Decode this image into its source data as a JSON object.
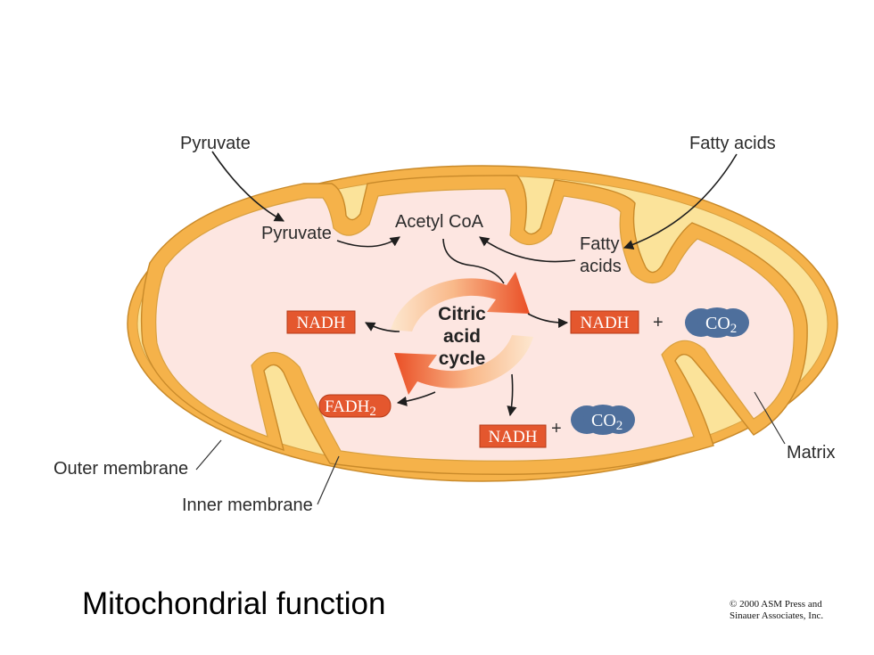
{
  "labels": {
    "pyruvate_outside": "Pyruvate",
    "fatty_acids_outside": "Fatty acids",
    "pyruvate_inside": "Pyruvate",
    "acetyl_coa": "Acetyl CoA",
    "fatty_inside_line1": "Fatty",
    "fatty_inside_line2": "acids",
    "outer_membrane": "Outer membrane",
    "inner_membrane": "Inner membrane",
    "matrix": "Matrix"
  },
  "cycle": {
    "line1": "Citric",
    "line2": "acid",
    "line3": "cycle"
  },
  "products": {
    "nadh_left": "NADH",
    "nadh_right": "NADH",
    "nadh_bottom": "NADH",
    "fadh_base": "FADH",
    "fadh_sub": "2",
    "co2_top_base": "CO",
    "co2_top_sub": "2",
    "co2_bottom_base": "CO",
    "co2_bottom_sub": "2",
    "plus_top": "+",
    "plus_bottom": "+"
  },
  "caption": "Mitochondrial function",
  "copyright": {
    "line1": "© 2000 ASM Press and",
    "line2": "Sinauer Associates, Inc."
  },
  "colors": {
    "outer_membrane_fill": "#f5b24a",
    "outer_membrane_light": "#fbe39a",
    "matrix": "#fde6e1",
    "box_red": "#e4572e",
    "co2_blue": "#4e6f9c",
    "cycle_dark": "#ef6a3a",
    "cycle_light": "#fde0c8"
  }
}
